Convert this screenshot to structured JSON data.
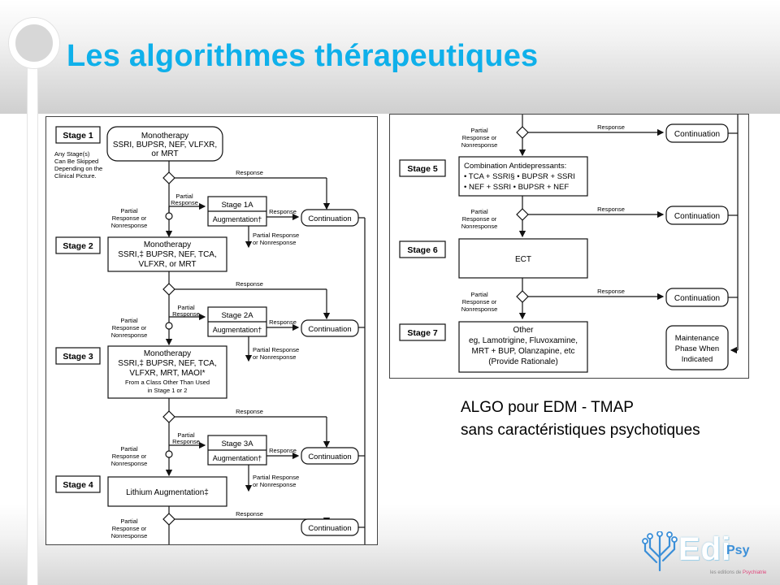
{
  "slide": {
    "title": "Les algorithmes thérapeutiques",
    "caption_line1": "ALGO pour EDM - TMAP",
    "caption_line2": "sans caractéristiques psychotiques"
  },
  "logo": {
    "brand": "Edi",
    "brand_suffix": "Psy",
    "tagline_prefix": "les editions de",
    "tagline_highlight": "Psychiatrie"
  },
  "left_chart": {
    "stage1": "Stage 1",
    "stage1_box": [
      "Monotherapy",
      "SSRI, BUPSR, NEF, VLFXR,",
      "or MRT"
    ],
    "skip_note": [
      "Any Stage(s)",
      "Can Be Skipped",
      "Depending on the",
      "Clinical Picture."
    ],
    "response": "Response",
    "partial_response": [
      "Partial",
      "Response"
    ],
    "partial_or_non": [
      "Partial",
      "Response or",
      "Nonresponse"
    ],
    "partial_response_or_non_right": [
      "Partial Response",
      "or Nonresponse"
    ],
    "stage1a": "Stage 1A",
    "stage2a": "Stage 2A",
    "stage3a": "Stage 3A",
    "augmentation": "Augmentation†",
    "continuation": "Continuation",
    "stage2": "Stage 2",
    "stage2_box": [
      "Monotherapy",
      "SSRI,‡ BUPSR, NEF, TCA,",
      "VLFXR, or MRT"
    ],
    "stage3": "Stage 3",
    "stage3_box": [
      "Monotherapy",
      "SSRI,‡ BUPSR, NEF, TCA,",
      "VLFXR, MRT, MAOI*",
      "From a Class Other Than Used",
      "in Stage 1 or 2"
    ],
    "stage4": "Stage 4",
    "stage4_box": "Lithium Augmentation‡"
  },
  "right_chart": {
    "stage5": "Stage 5",
    "stage5_box": [
      "Combination Antidepressants:",
      "• TCA + SSRI§   • BUPSR + SSRI",
      "• NEF + SSRI     • BUPSR + NEF"
    ],
    "stage6": "Stage 6",
    "stage6_box": "ECT",
    "stage7": "Stage 7",
    "stage7_box": [
      "Other",
      "eg, Lamotrigine, Fluvoxamine,",
      "MRT + BUP, Olanzapine, etc",
      "(Provide Rationale)"
    ],
    "response": "Response",
    "partial_or_non": [
      "Partial",
      "Response or",
      "Nonresponse"
    ],
    "continuation": "Continuation",
    "maintenance": [
      "Maintenance",
      "Phase When",
      "Indicated"
    ]
  }
}
